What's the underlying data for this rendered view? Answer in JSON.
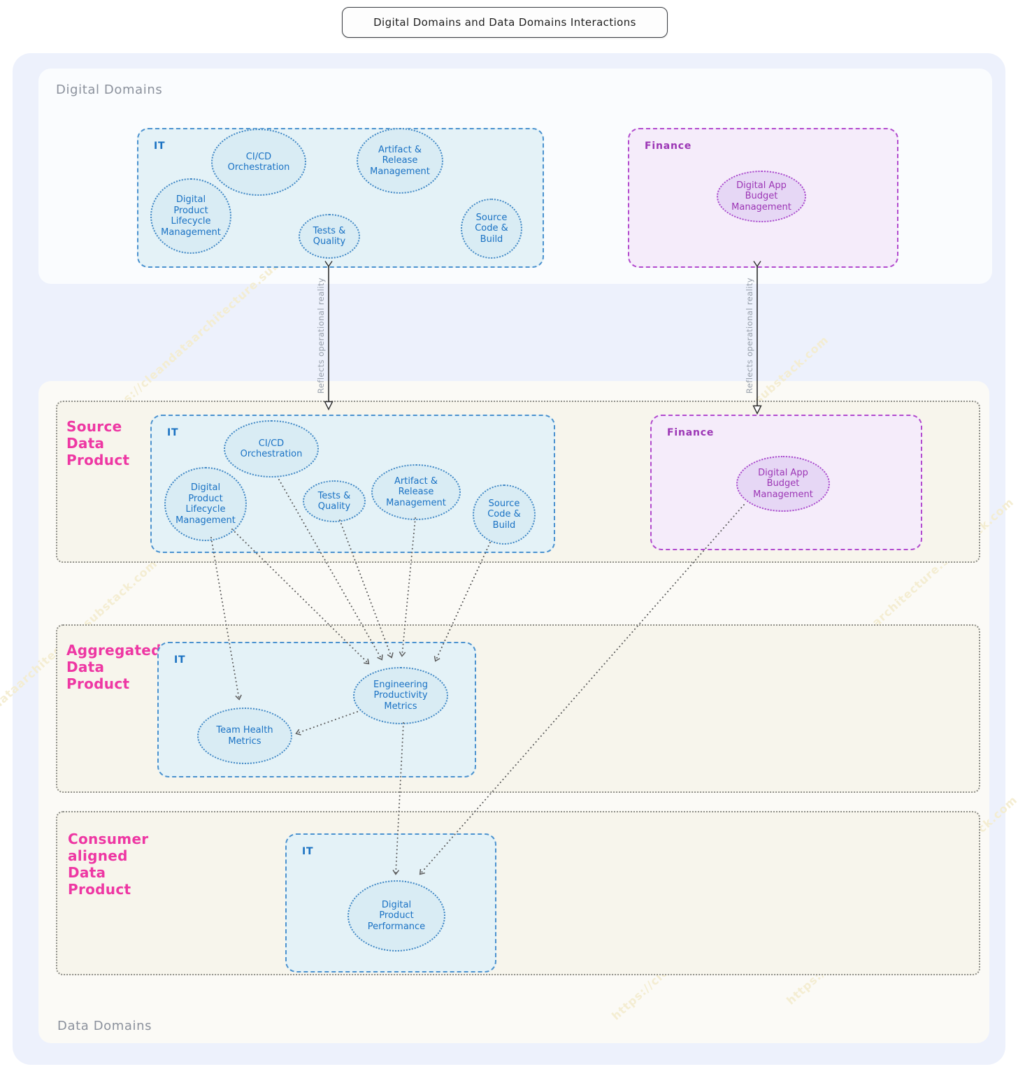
{
  "title": "Digital Domains and Data Domains Interactions",
  "watermark": "https://cleandataarchitecture.substack.com",
  "arrow_label": "Reflects operational reality",
  "digital_domains": {
    "label": "Digital Domains",
    "it": {
      "label": "IT",
      "nodes": {
        "cicd": "CI/CD\nOrchestration",
        "artifact_release": "Artifact &\nRelease\nManagement",
        "dplm": "Digital\nProduct\nLifecycle\nManagement",
        "tests_quality": "Tests &\nQuality",
        "source_code_build": "Source\nCode &\nBuild"
      }
    },
    "finance": {
      "label": "Finance",
      "nodes": {
        "dabm": "Digital App\nBudget\nManagement"
      }
    }
  },
  "data_domains": {
    "label": "Data Domains",
    "source": {
      "label": "Source\nData\nProduct",
      "it": {
        "label": "IT",
        "nodes": {
          "cicd": "CI/CD\nOrchestration",
          "dplm": "Digital\nProduct\nLifecycle\nManagement",
          "tests_quality": "Tests &\nQuality",
          "artifact_release": "Artifact &\nRelease\nManagement",
          "source_code_build": "Source\nCode &\nBuild"
        }
      },
      "finance": {
        "label": "Finance",
        "nodes": {
          "dabm": "Digital App\nBudget\nManagement"
        }
      }
    },
    "aggregated": {
      "label": "Aggregated\nData\nProduct",
      "it": {
        "label": "IT",
        "nodes": {
          "epm": "Engineering\nProductivity\nMetrics",
          "thm": "Team Health\nMetrics"
        }
      }
    },
    "consumer": {
      "label": "Consumer\naligned\nData\nProduct",
      "it": {
        "label": "IT",
        "nodes": {
          "dpp": "Digital\nProduct\nPerformance"
        }
      }
    }
  },
  "colors": {
    "it_accent": "#1971c2",
    "finance_accent": "#9c36b5",
    "section_label_pink": "#ee37a3",
    "container_label_gray": "#8b919c",
    "it_fill": "#e4f2f7",
    "it_ellipse_fill": "#d9ecf4",
    "finance_fill": "#f5ecfa",
    "finance_ellipse_fill": "#e6d7f5",
    "outer_fill": "#edf1fc",
    "data_section_fill": "#f7f5ec"
  }
}
